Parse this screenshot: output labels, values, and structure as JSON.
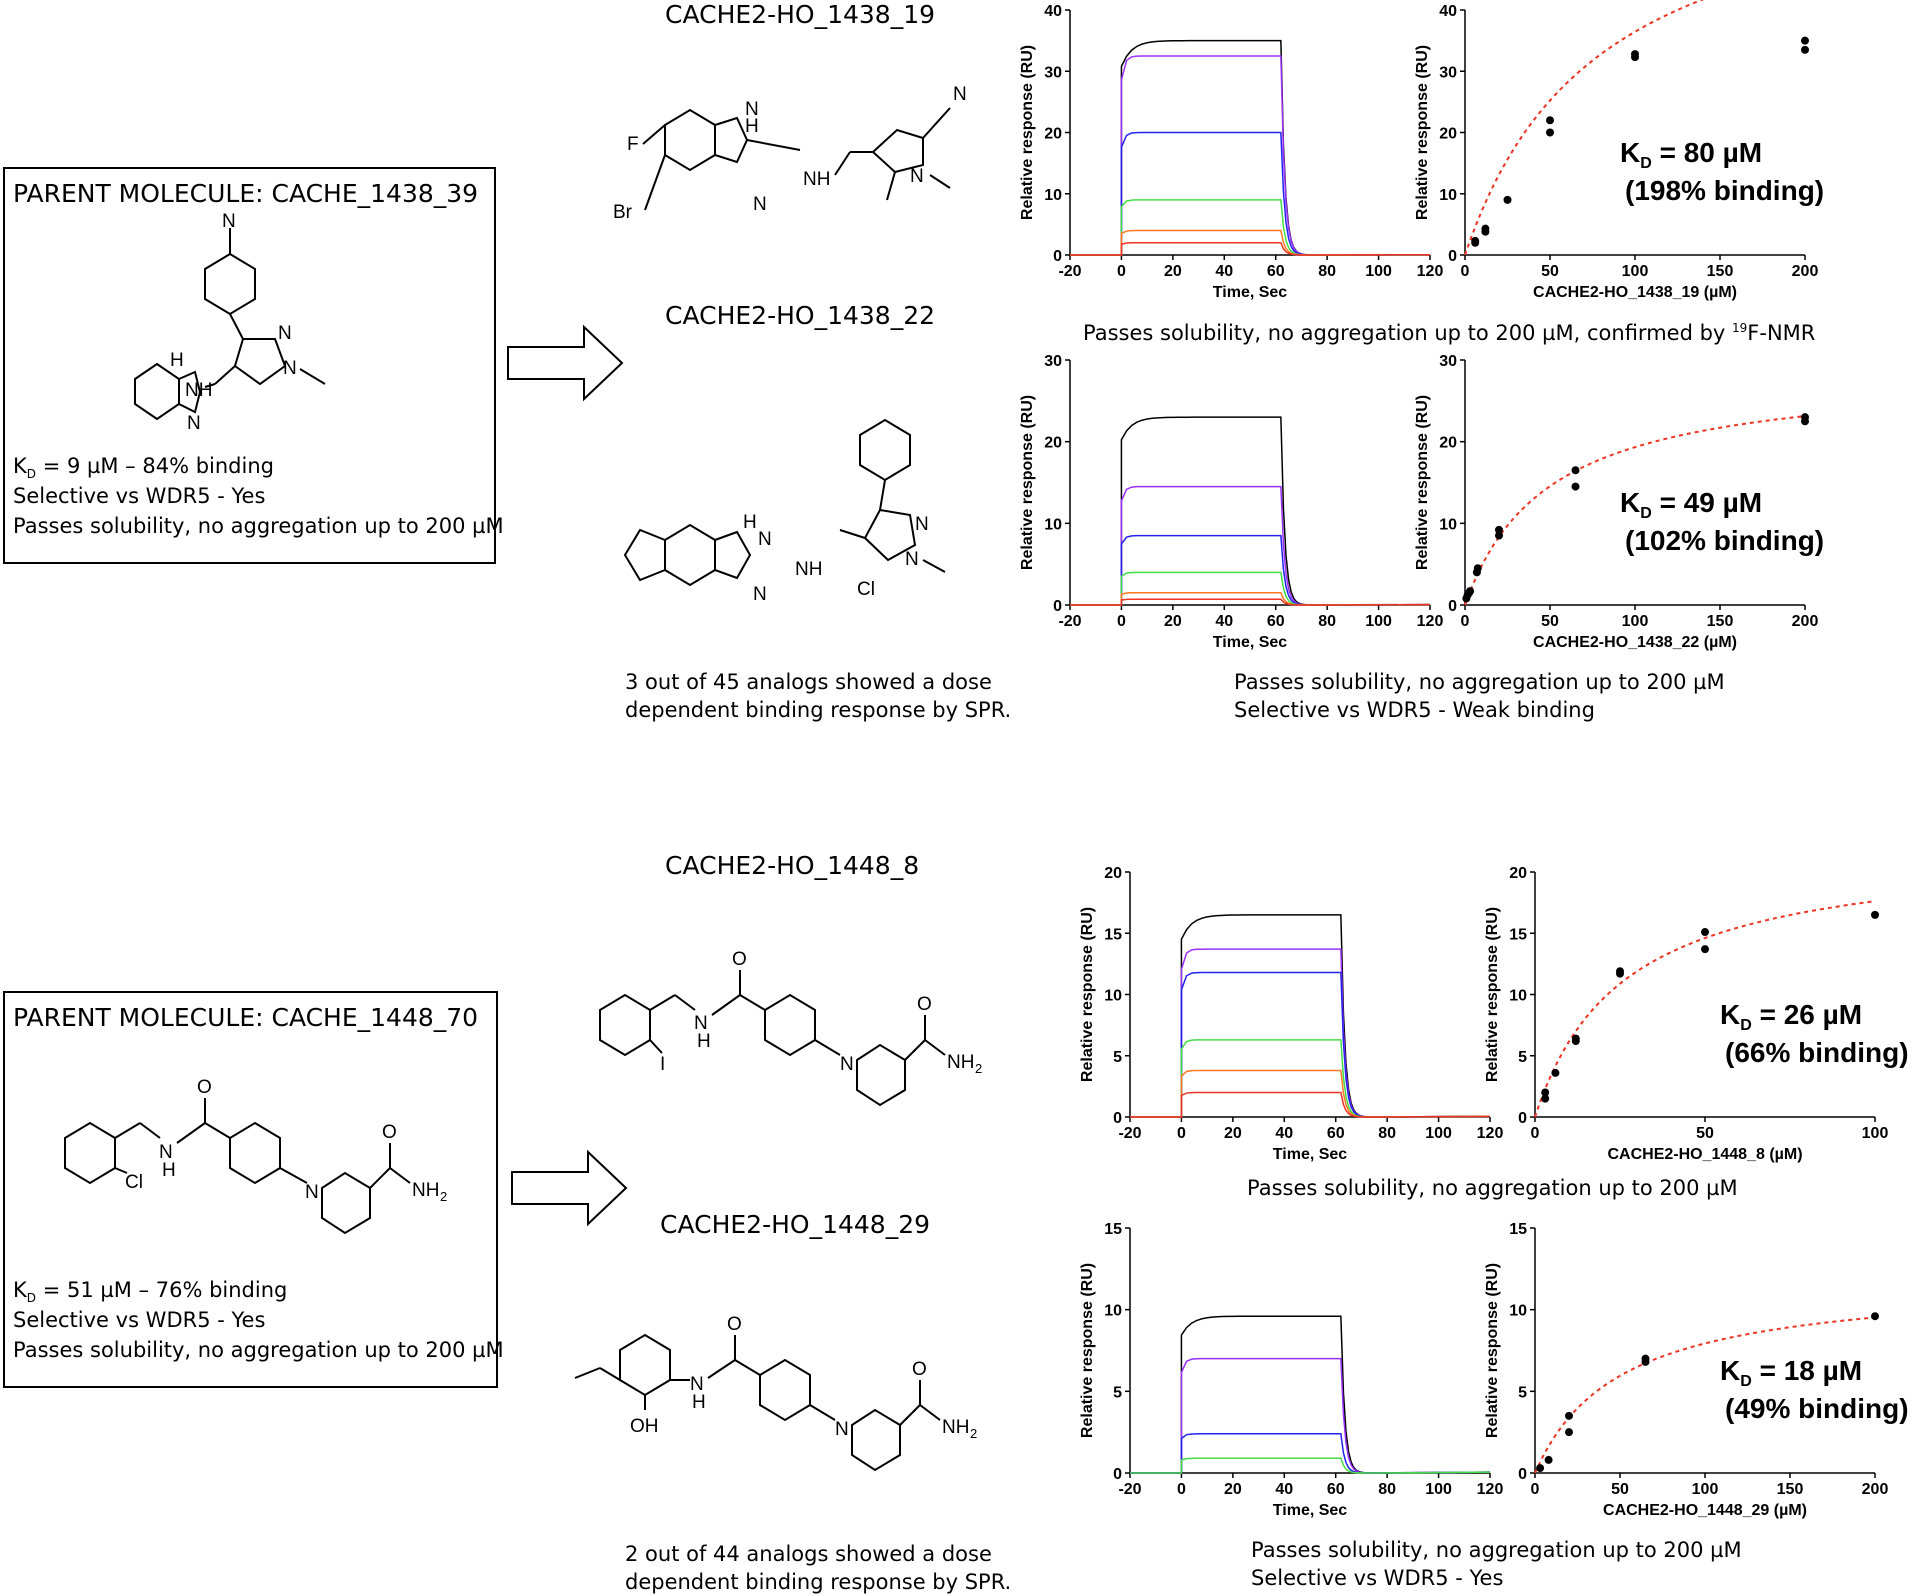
{
  "series_colors": [
    "#000000",
    "#9b30ff",
    "#2222ee",
    "#44dd44",
    "#ff7722",
    "#ee3322"
  ],
  "fit_color": "#ee3322",
  "top": {
    "parent": {
      "title": "PARENT MOLECULE: CACHE_1438_39",
      "kd_line": "= 9 µM – 84% binding",
      "selective": "Selective vs WDR5 - Yes",
      "solubility": "Passes solubility, no aggregation up to 200 µM",
      "structure_labels": {
        "n_top": "N",
        "nh_ring": "H",
        "n_ring": "N",
        "nh": "NH",
        "pyrazole_n": "N",
        "pyrazole_n1": "N"
      }
    },
    "compound_a": {
      "name": "CACHE2-HO_1438_19",
      "structure_labels": {
        "f": "F",
        "br": "Br",
        "h": "H",
        "n1": "N",
        "n2": "N",
        "nh": "NH",
        "cn_n": "N",
        "ring_n": "N"
      }
    },
    "compound_b": {
      "name": "CACHE2-HO_1438_22",
      "structure_labels": {
        "h": "H",
        "n1": "N",
        "n2": "N",
        "nh": "NH",
        "cl": "Cl",
        "pz_n": "N",
        "pz_n1": "N"
      }
    },
    "analog_note": [
      "3 out of 45 analogs showed a dose",
      "dependent binding response by SPR."
    ],
    "note_a_pre": "Passes solubility, no aggregation up to 200 µM, confirmed by ",
    "note_a_sup": "19",
    "note_a_post": "F-NMR",
    "note_b": [
      "Passes solubility, no aggregation up to 200 µM",
      "Selective vs WDR5 - Weak binding"
    ]
  },
  "bottom": {
    "parent": {
      "title": "PARENT MOLECULE: CACHE_1448_70",
      "kd_line": "= 51 µM – 76% binding",
      "selective": "Selective vs WDR5 - Yes",
      "solubility": "Passes solubility, no aggregation up to 200 µM",
      "structure_labels": {
        "o": "O",
        "nh": "N",
        "h": "H",
        "cl": "Cl",
        "n": "N",
        "o2": "O",
        "nh2": "NH"
      }
    },
    "compound_a": {
      "name": "CACHE2-HO_1448_8",
      "structure_labels": {
        "o": "O",
        "nh": "N",
        "h": "H",
        "i": "I",
        "n": "N",
        "o2": "O",
        "nh2": "NH"
      }
    },
    "compound_b": {
      "name": "CACHE2-HO_1448_29",
      "structure_labels": {
        "o": "O",
        "nh": "N",
        "h": "H",
        "oh": "OH",
        "n": "N",
        "o2": "O",
        "nh2": "NH"
      }
    },
    "analog_note": [
      "2 out of 44 analogs showed a dose",
      "dependent binding response by SPR."
    ],
    "note_a": "Passes solubility, no aggregation up to 200 µM",
    "note_b": [
      "Passes solubility, no aggregation up to 200 µM",
      "Selective vs WDR5 - Yes"
    ]
  },
  "kd_prefix": "K",
  "kd_sub": "D",
  "chart_data": [
    {
      "id": "sens-1438-19",
      "type": "line",
      "xlabel": "Time, Sec",
      "ylabel": "Relative response (RU)",
      "xlim": [
        -20,
        120
      ],
      "ylim": [
        0,
        40
      ],
      "xticks": [
        -20,
        0,
        20,
        40,
        60,
        80,
        100,
        120
      ],
      "yticks": [
        0,
        10,
        20,
        30,
        40
      ],
      "inject": [
        0,
        62
      ],
      "plateaus": [
        35,
        32.5,
        20,
        9,
        4,
        2
      ]
    },
    {
      "id": "dose-1438-19",
      "type": "scatter",
      "xlabel": "CACHE2-HO_1438_19 (µM)",
      "ylabel": "Relative response (RU)",
      "xlim": [
        0,
        200
      ],
      "ylim": [
        0,
        40
      ],
      "xticks": [
        0,
        50,
        100,
        150,
        200
      ],
      "yticks": [
        0,
        10,
        20,
        30,
        40
      ],
      "points": [
        [
          6,
          2
        ],
        [
          6,
          2.3
        ],
        [
          12,
          3.8
        ],
        [
          12,
          4.3
        ],
        [
          25,
          9
        ],
        [
          50,
          20
        ],
        [
          50,
          22
        ],
        [
          100,
          32.3
        ],
        [
          100,
          32.8
        ],
        [
          200,
          33.5
        ],
        [
          200,
          35
        ]
      ],
      "fit": {
        "rmax": 65.6,
        "kd": 80
      },
      "kd_value": "= 80 µM",
      "binding": "(198% binding)"
    },
    {
      "id": "sens-1438-22",
      "type": "line",
      "xlabel": "Time, Sec",
      "ylabel": "Relative response (RU)",
      "xlim": [
        -20,
        120
      ],
      "ylim": [
        0,
        30
      ],
      "xticks": [
        -20,
        0,
        20,
        40,
        60,
        80,
        100,
        120
      ],
      "yticks": [
        0,
        10,
        20,
        30
      ],
      "inject": [
        0,
        62
      ],
      "plateaus": [
        23,
        14.5,
        8.5,
        4,
        1.5,
        0.7
      ]
    },
    {
      "id": "dose-1438-22",
      "type": "scatter",
      "xlabel": "CACHE2-HO_1438_22 (µM)",
      "ylabel": "Relative response (RU)",
      "xlim": [
        0,
        200
      ],
      "ylim": [
        0,
        30
      ],
      "xticks": [
        0,
        50,
        100,
        150,
        200
      ],
      "yticks": [
        0,
        10,
        20,
        30
      ],
      "points": [
        [
          0.8,
          0.8
        ],
        [
          1.5,
          1.2
        ],
        [
          2.4,
          1.5
        ],
        [
          3,
          1.7
        ],
        [
          7,
          4
        ],
        [
          7.5,
          4.5
        ],
        [
          20,
          8.5
        ],
        [
          20,
          9.2
        ],
        [
          65,
          14.5
        ],
        [
          65,
          16.5
        ],
        [
          200,
          22.5
        ],
        [
          200,
          23
        ]
      ],
      "fit": {
        "rmax": 28.8,
        "kd": 49
      },
      "kd_value": "= 49 µM",
      "binding": "(102% binding)"
    },
    {
      "id": "sens-1448-8",
      "type": "line",
      "xlabel": "Time, Sec",
      "ylabel": "Relative response (RU)",
      "xlim": [
        -20,
        120
      ],
      "ylim": [
        0,
        20
      ],
      "xticks": [
        -20,
        0,
        20,
        40,
        60,
        80,
        100,
        120
      ],
      "yticks": [
        0,
        5,
        10,
        15,
        20
      ],
      "inject": [
        0,
        62
      ],
      "plateaus": [
        16.5,
        13.7,
        11.8,
        6.3,
        3.8,
        2
      ]
    },
    {
      "id": "dose-1448-8",
      "type": "scatter",
      "xlabel": "CACHE2-HO_1448_8 (µM)",
      "ylabel": "Relative response (RU)",
      "xlim": [
        0,
        100
      ],
      "ylim": [
        0,
        20
      ],
      "xticks": [
        0,
        50,
        100
      ],
      "yticks": [
        0,
        5,
        10,
        15,
        20
      ],
      "points": [
        [
          3,
          1.5
        ],
        [
          3,
          2
        ],
        [
          6,
          3.6
        ],
        [
          12,
          6.2
        ],
        [
          12,
          6.4
        ],
        [
          25,
          11.7
        ],
        [
          25,
          11.9
        ],
        [
          50,
          13.7
        ],
        [
          50,
          15.1
        ],
        [
          100,
          16.5
        ]
      ],
      "fit": {
        "rmax": 22.2,
        "kd": 26
      },
      "kd_value": "= 26 µM",
      "binding": "(66% binding)"
    },
    {
      "id": "sens-1448-29",
      "type": "line",
      "xlabel": "Time, Sec",
      "ylabel": "Relative response (RU)",
      "xlim": [
        -20,
        120
      ],
      "ylim": [
        0,
        15
      ],
      "xticks": [
        -20,
        0,
        20,
        40,
        60,
        80,
        100,
        120
      ],
      "yticks": [
        0,
        5,
        10,
        15
      ],
      "inject": [
        0,
        62
      ],
      "plateaus": [
        9.6,
        7,
        2.4,
        0.9
      ]
    },
    {
      "id": "dose-1448-29",
      "type": "scatter",
      "xlabel": "CACHE2-HO_1448_29 (µM)",
      "ylabel": "Relative response (RU)",
      "xlim": [
        0,
        200
      ],
      "ylim": [
        0,
        15
      ],
      "xticks": [
        0,
        50,
        100,
        150,
        200
      ],
      "yticks": [
        0,
        5,
        10,
        15
      ],
      "points": [
        [
          3,
          0.3
        ],
        [
          8,
          0.8
        ],
        [
          20,
          2.5
        ],
        [
          20,
          3.5
        ],
        [
          65,
          6.8
        ],
        [
          65,
          7
        ],
        [
          200,
          9.6
        ]
      ],
      "fit": {
        "rmax": 11.9,
        "kd": 50
      },
      "kd_value": "= 18 µM",
      "binding": "(49% binding)"
    }
  ]
}
